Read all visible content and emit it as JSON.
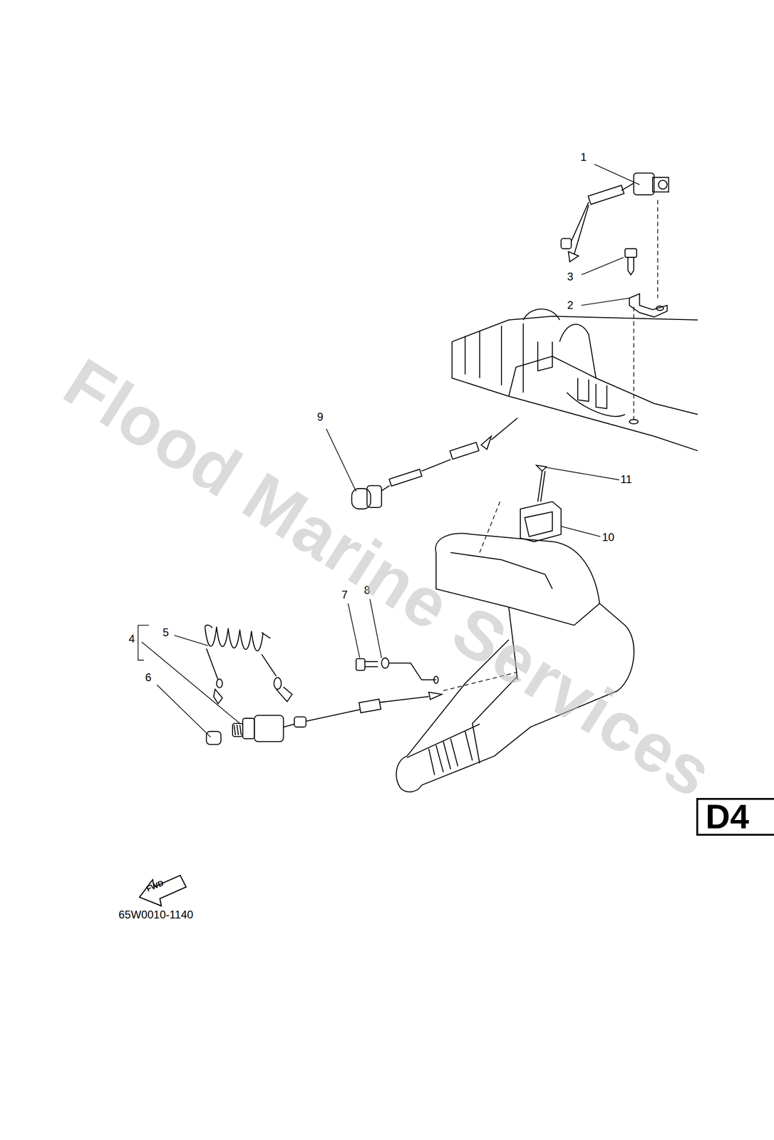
{
  "diagram": {
    "nodes": [
      {
        "text": [
          "D4"
        ]
      }
    ],
    "labels": [
      "1",
      "2",
      "3",
      "4",
      "5",
      "6",
      "7",
      "8",
      "9",
      "10",
      "11",
      "Flood Marine Services",
      "FWD",
      "65W0010-1140"
    ]
  }
}
